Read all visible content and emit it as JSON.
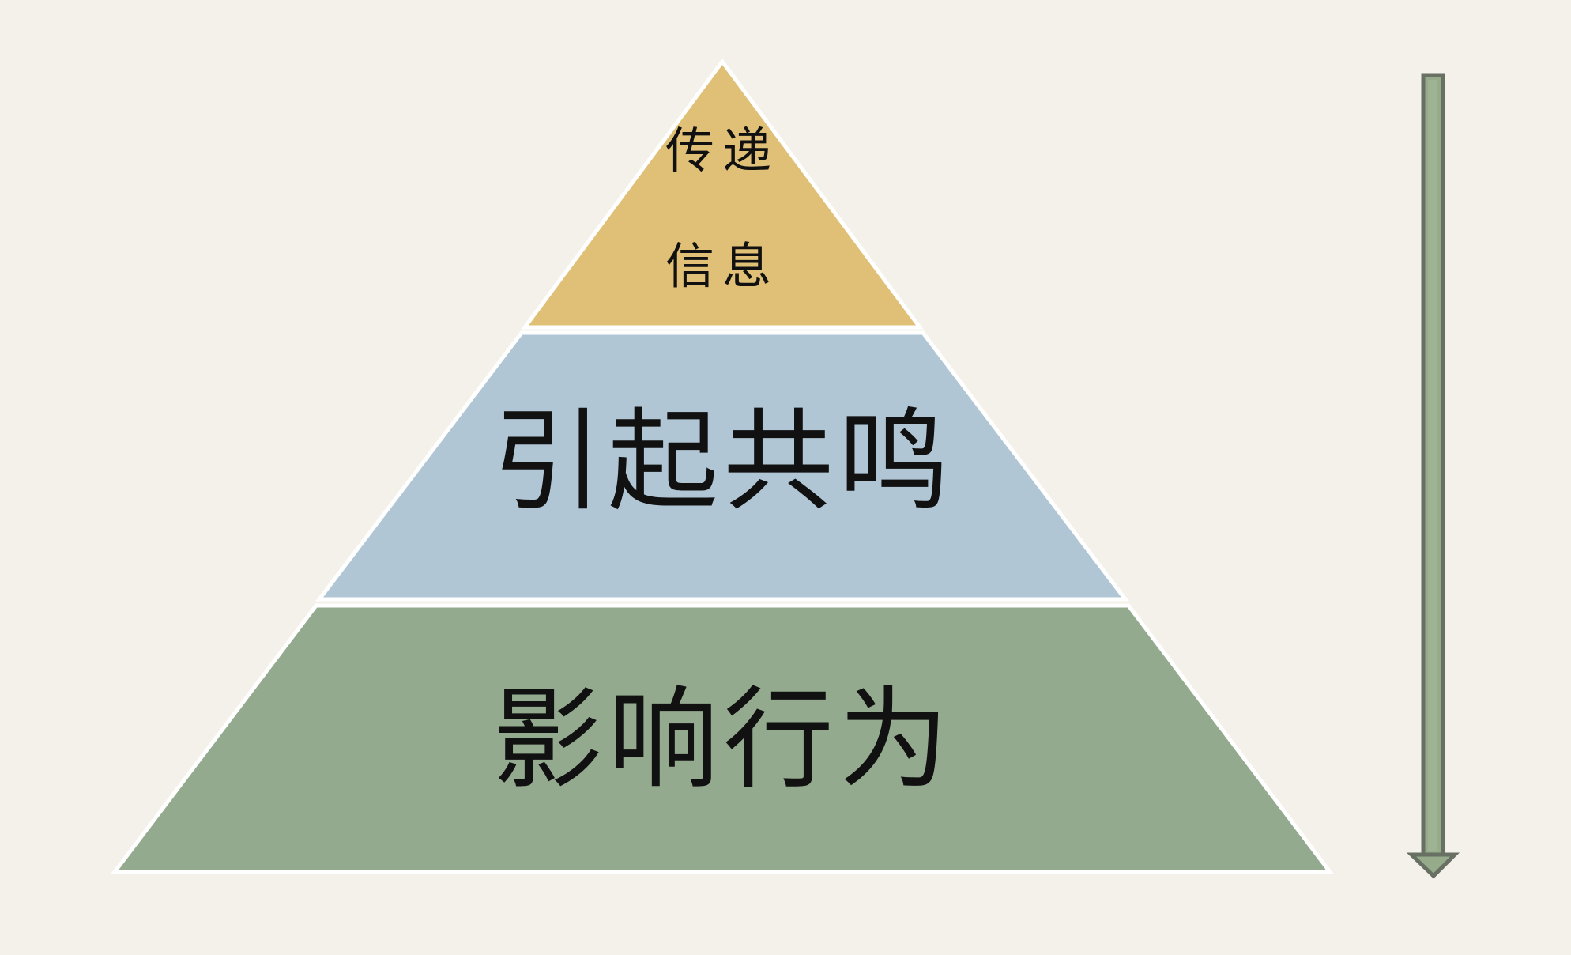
{
  "diagram": {
    "type": "pyramid",
    "levels": [
      {
        "label_line1": "传递",
        "label_line2": "信息",
        "color": "#e0c076"
      },
      {
        "label": "引起共鸣",
        "color": "#b1c6d5"
      },
      {
        "label": "影响行为",
        "color": "#94aa8f"
      }
    ],
    "outline_color": "#ffffff",
    "background_color": "#f4f1ea",
    "arrow": {
      "direction": "down",
      "fill_color": "#95ab89",
      "stroke_color": "#687064"
    }
  }
}
